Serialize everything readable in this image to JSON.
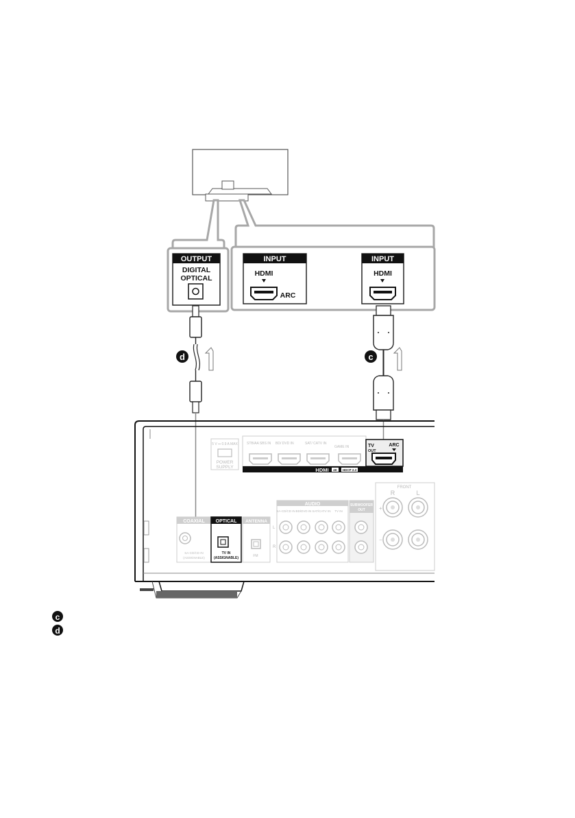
{
  "tv_panel": {
    "output_label": "OUTPUT",
    "digital_optical_line1": "DIGITAL",
    "digital_optical_line2": "OPTICAL",
    "input_left_label": "INPUT",
    "input_left_hdmi": "HDMI",
    "input_left_arc": "ARC",
    "input_right_label": "INPUT",
    "input_right_hdmi": "HDMI"
  },
  "cable_markers": {
    "optical_cable": "d",
    "hdmi_cable": "c"
  },
  "receiver": {
    "power_supply_top": "5 V ⎓ 0.9 A MAX",
    "power_supply_line1": "POWER",
    "power_supply_line2": "SUPPLY",
    "hdmi_in_1": "STB/AA SBS IN",
    "hdmi_in_2": "BD/ DVD IN",
    "hdmi_in_3": "SAT/ CATV IN",
    "hdmi_in_4": "GAME IN",
    "hdmi_tv_out_line1": "TV",
    "hdmi_tv_out_line2": "OUT",
    "hdmi_arc": "ARC",
    "hdmi_bar_label": "HDMI",
    "hdmi_bar_badge_1": "4K",
    "hdmi_bar_badge_2": "HDCP 2.3",
    "front_label": "FRONT",
    "front_r": "R",
    "front_l": "L",
    "audio_label": "AUDIO",
    "audio_in_1": "SA-CD/CD IN",
    "audio_in_2": "BD/DVD IN",
    "audio_in_3": "SAT/CATV IN",
    "audio_in_4": "TV IN",
    "audio_l": "L",
    "audio_r": "R",
    "subwoofer_line1": "SUBWOOFER",
    "subwoofer_line2": "OUT",
    "front_plus": "+",
    "front_minus": "−",
    "coaxial_label": "COAXIAL",
    "coaxial_sub_line1": "SA-CD/CD IN",
    "coaxial_sub_line2": "(ASSIGNABLE)",
    "optical_label": "OPTICAL",
    "optical_sub_line1": "TV IN",
    "optical_sub_line2": "(ASSIGNABLE)",
    "antenna_label": "ANTENNA",
    "antenna_sub": "FM"
  },
  "legend": {
    "item_c": "c",
    "item_d": "d"
  }
}
